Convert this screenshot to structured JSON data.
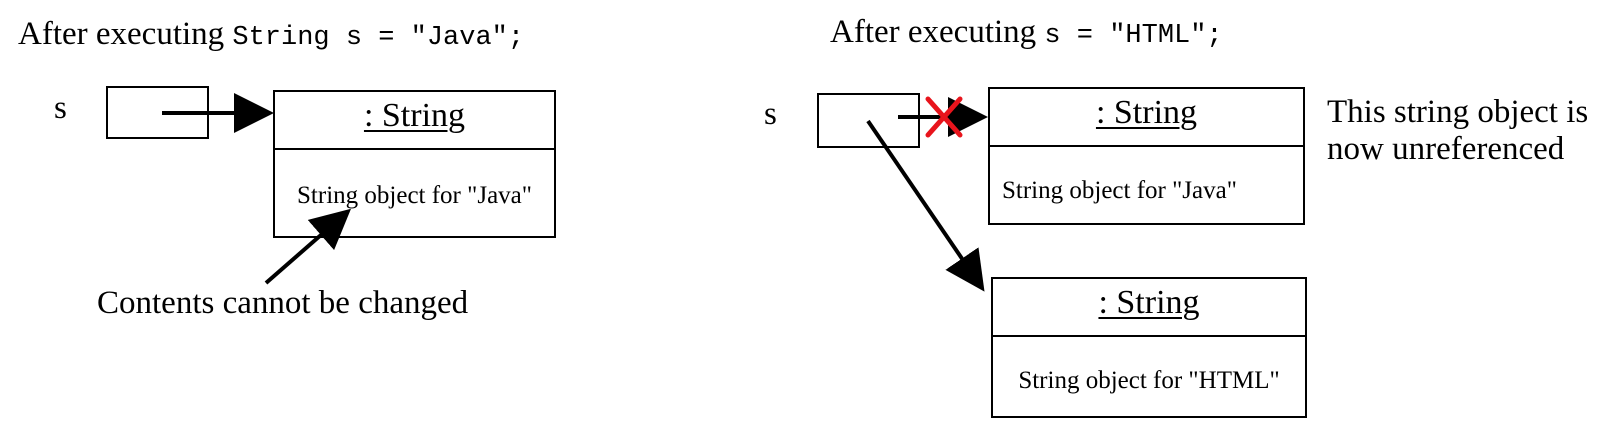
{
  "left": {
    "caption_prefix": "After executing ",
    "caption_code": "String s = \"Java\";",
    "var_label": "s",
    "object": {
      "title": ": String",
      "body": "String object for \"Java\""
    },
    "annotation": "Contents cannot be changed"
  },
  "right": {
    "caption_prefix": "After executing ",
    "caption_code": "s = \"HTML\";",
    "var_label": "s",
    "old_object": {
      "title": ": String",
      "body": "String object for \"Java\""
    },
    "new_object": {
      "title": ": String",
      "body": "String object for \"HTML\""
    },
    "annotation_line1": "This string object is",
    "annotation_line2": "now unreferenced",
    "cross_color": "#e8141c"
  }
}
